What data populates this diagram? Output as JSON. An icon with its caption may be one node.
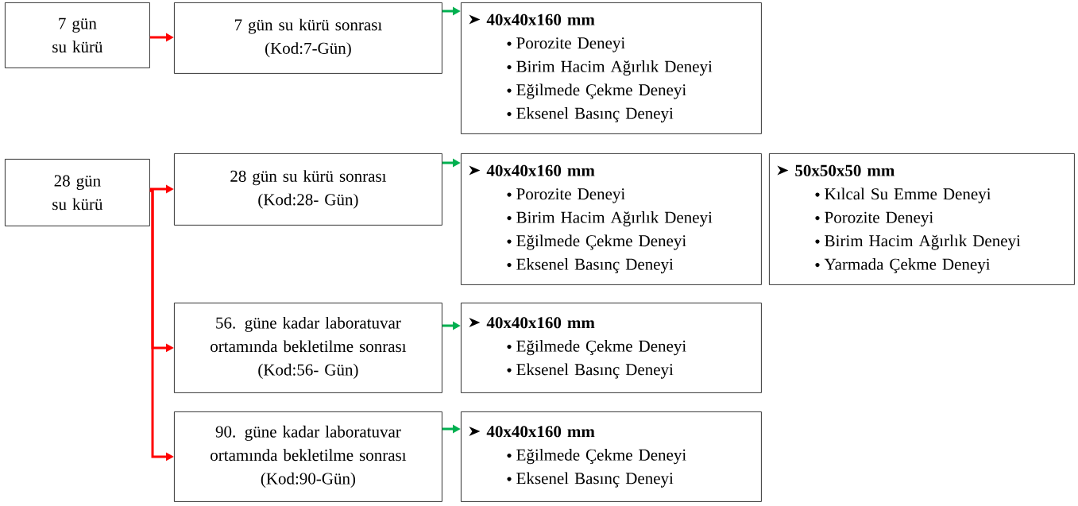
{
  "diagram": {
    "nodes": [
      {
        "text": [
          "7 gün su kürü"
        ]
      },
      {
        "text": [
          "7 gün su kürü sonrası",
          "(Kod:7-Gün)"
        ]
      },
      {
        "text": [
          "40x40x160 mm",
          "Porozite Deneyi",
          "Birim Hacim Ağırlık Deneyi",
          "Eğilmede Çekme Deneyi",
          "Eksenel Basınç Deneyi"
        ]
      },
      {
        "text": [
          "28 gün su kürü"
        ]
      },
      {
        "text": [
          "28 gün su kürü sonrası",
          "(Kod:28- Gün)"
        ]
      },
      {
        "text": [
          "40x40x160 mm",
          "Porozite Deneyi",
          "Birim Hacim Ağırlık Deneyi",
          "Eğilmede Çekme Deneyi",
          "Eksenel Basınç Deneyi"
        ]
      },
      {
        "text": [
          "50x50x50 mm",
          "Kılcal Su Emme Deneyi",
          "Porozite Deneyi",
          "Birim Hacim Ağırlık Deneyi",
          "Yarmada Çekme Deneyi"
        ]
      },
      {
        "text": [
          "56. güne kadar laboratuvar ortamında bekletilme sonrası",
          "(Kod:56- Gün)"
        ]
      },
      {
        "text": [
          "40x40x160 mm",
          "Eğilmede Çekme Deneyi",
          "Eksenel Basınç Deneyi"
        ]
      },
      {
        "text": [
          "90. güne kadar laboratuvar ortamında bekletilme sonrası",
          "(Kod:90-Gün)"
        ]
      },
      {
        "text": [
          "40x40x160 mm",
          "Eğilmede Çekme Deneyi",
          "Eksenel Basınç Deneyi"
        ]
      }
    ],
    "edges": [
      {
        "from": 0,
        "to": 1,
        "arrow": "to",
        "color": "#ff0000"
      },
      {
        "from": 1,
        "to": 2,
        "arrow": "to",
        "color": "#00b050"
      },
      {
        "from": 3,
        "to": 4,
        "arrow": "to",
        "color": "#ff0000"
      },
      {
        "from": 3,
        "to": 7,
        "arrow": "to",
        "color": "#ff0000"
      },
      {
        "from": 3,
        "to": 9,
        "arrow": "to",
        "color": "#ff0000"
      },
      {
        "from": 4,
        "to": 5,
        "arrow": "to",
        "color": "#00b050"
      },
      {
        "from": 7,
        "to": 8,
        "arrow": "to",
        "color": "#00b050"
      },
      {
        "from": 9,
        "to": 10,
        "arrow": "to",
        "color": "#00b050"
      }
    ]
  }
}
